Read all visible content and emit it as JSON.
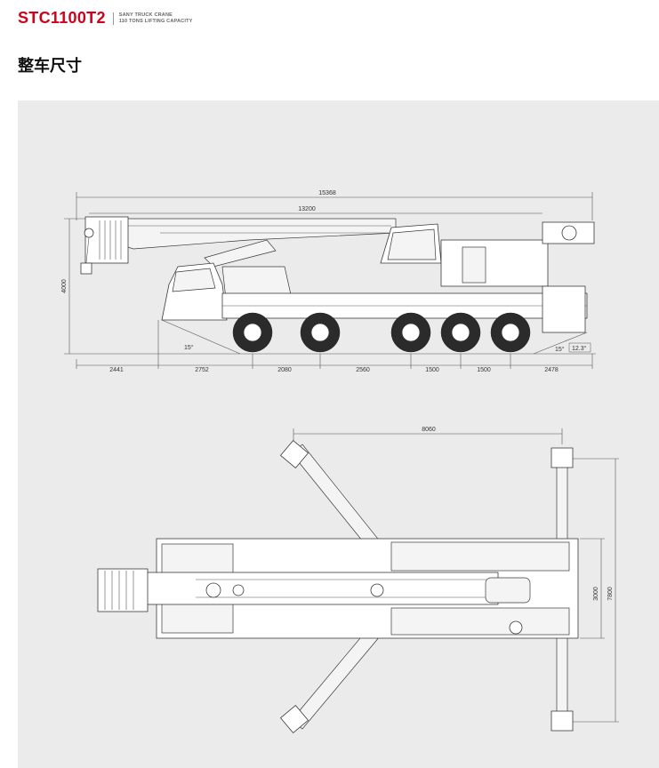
{
  "header": {
    "model": "STC1100T2",
    "tagline_1": "SANY TRUCK CRANE",
    "tagline_2": "110 TONS LIFTING CAPACITY"
  },
  "section": {
    "title": "整车尺寸"
  },
  "side_view": {
    "overall_length": "15368",
    "boom_length": "13200",
    "height": "4000",
    "approach_angle": "15°",
    "rear_angle_1": "15°",
    "rear_angle_2": "12.3°",
    "segments": [
      "2441",
      "2752",
      "2080",
      "2560",
      "1500",
      "1500",
      "2478"
    ]
  },
  "top_view": {
    "outrigger_span_length": "8060",
    "width": "3000",
    "outrigger_span_width": "7800"
  },
  "colors": {
    "brand_red": "#d0021b",
    "panel_bg": "#ebebeb"
  }
}
